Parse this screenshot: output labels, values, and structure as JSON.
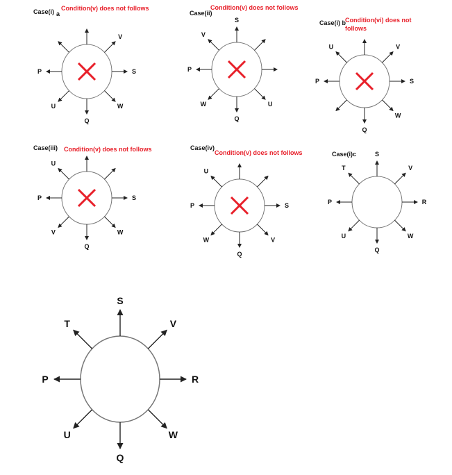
{
  "directions_order": [
    "N",
    "NE",
    "E",
    "SE",
    "S",
    "SW",
    "W",
    "NW"
  ],
  "diagrams": [
    {
      "case_label": "Case(i)",
      "case_sub": "a",
      "condition": [
        "Condition(v) does not follows"
      ],
      "crossed": true,
      "labels": [
        "",
        "V",
        "S",
        "W",
        "Q",
        "U",
        "P",
        ""
      ]
    },
    {
      "case_label": "Case(ii)",
      "case_sub": "",
      "condition": [
        "Condition(v) does not follows"
      ],
      "crossed": true,
      "labels": [
        "S",
        "",
        "",
        "U",
        "Q",
        "W",
        "P",
        "V"
      ]
    },
    {
      "case_label": "Case(i) b",
      "case_sub": "",
      "condition": [
        "Condition(vi) does not",
        "follows"
      ],
      "crossed": true,
      "labels": [
        "",
        "V",
        "S",
        "W",
        "Q",
        "",
        "P",
        "U"
      ]
    },
    {
      "case_label": "Case(iii)",
      "case_sub": "",
      "condition": [
        "Condition(v) does not follows"
      ],
      "crossed": true,
      "labels": [
        "",
        "",
        "S",
        "W",
        "Q",
        "V",
        "P",
        "U"
      ]
    },
    {
      "case_label": "Case(iv)",
      "case_sub": "",
      "condition": [
        "Condition(v) does not follows"
      ],
      "crossed": true,
      "labels": [
        "",
        "",
        "S",
        "V",
        "Q",
        "W",
        "P",
        "U"
      ]
    },
    {
      "case_label": "Case(i)c",
      "case_sub": "",
      "condition": [],
      "crossed": false,
      "labels": [
        "S",
        "V",
        "R",
        "W",
        "Q",
        "U",
        "P",
        "T"
      ]
    }
  ],
  "final_diagram": {
    "labels": [
      "S",
      "V",
      "R",
      "W",
      "Q",
      "U",
      "P",
      "T"
    ]
  },
  "colors": {
    "cross": "#e8202a",
    "condition": "#e8202a",
    "line": "#222222",
    "circle": "#777777"
  }
}
